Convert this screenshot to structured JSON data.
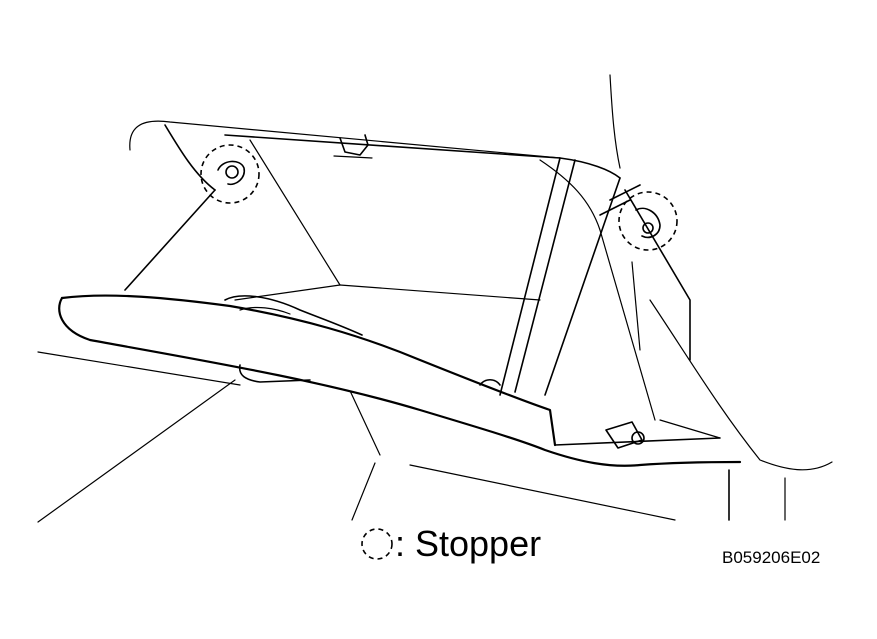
{
  "legend": {
    "symbol": "stopper-circle",
    "label": ": Stopper"
  },
  "figure_code": "B059206E02",
  "colors": {
    "line": "#000000",
    "background": "#ffffff"
  }
}
